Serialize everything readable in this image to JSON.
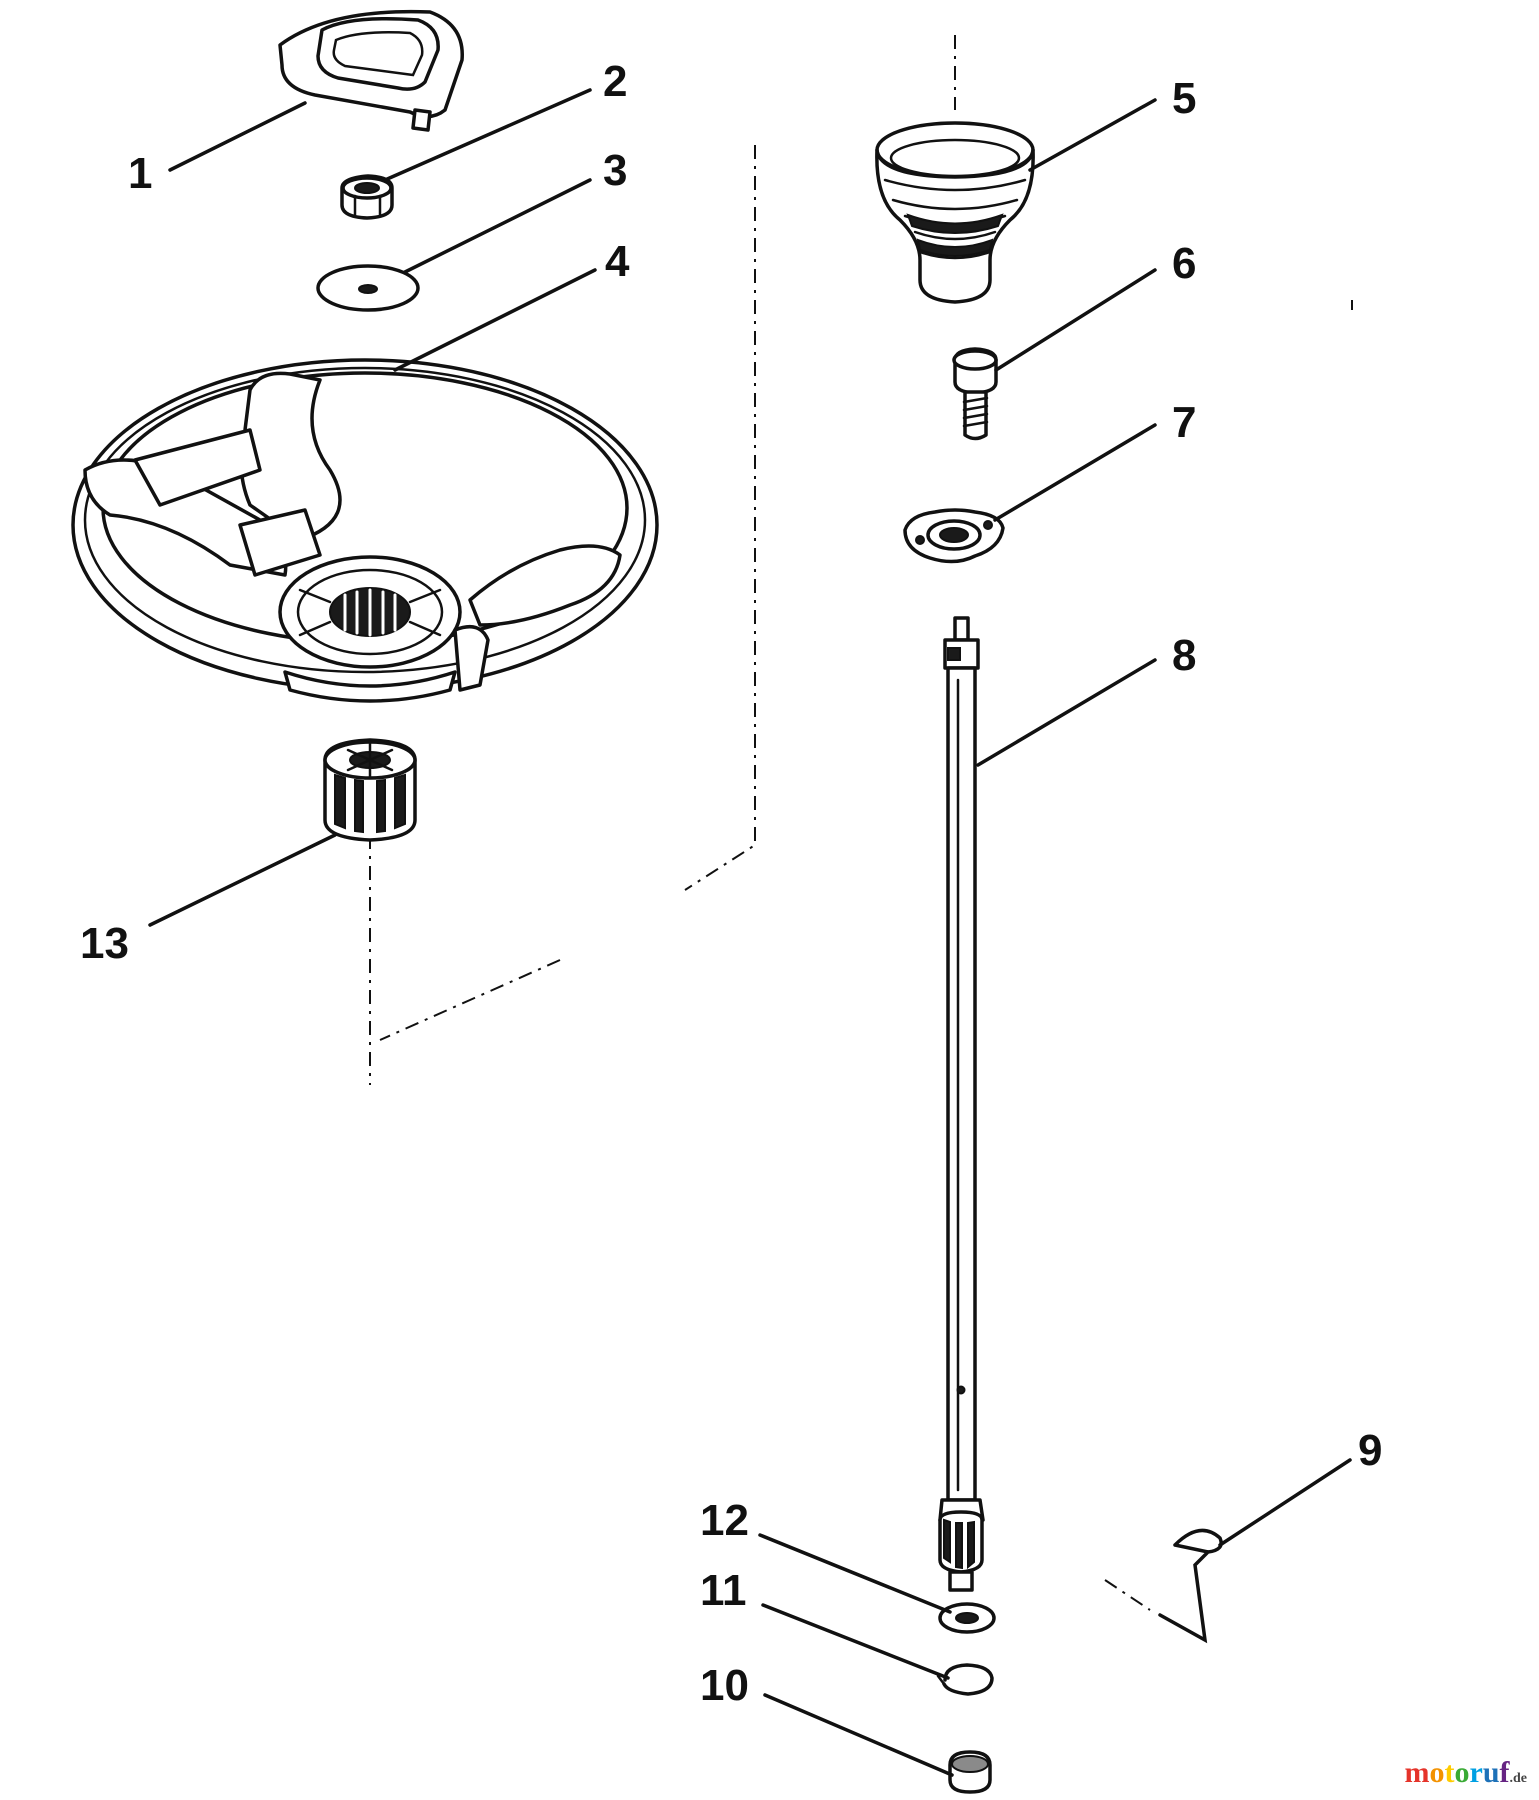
{
  "diagram": {
    "callouts": [
      "1",
      "2",
      "3",
      "4",
      "5",
      "6",
      "7",
      "8",
      "9",
      "10",
      "11",
      "12",
      "13"
    ]
  },
  "watermark": {
    "brand": "motoruf",
    "tld": ".de",
    "letter_colors": [
      "#e5332a",
      "#f39200",
      "#ffcc00",
      "#3aaa35",
      "#00a0e3",
      "#1d71b8",
      "#662483"
    ]
  }
}
